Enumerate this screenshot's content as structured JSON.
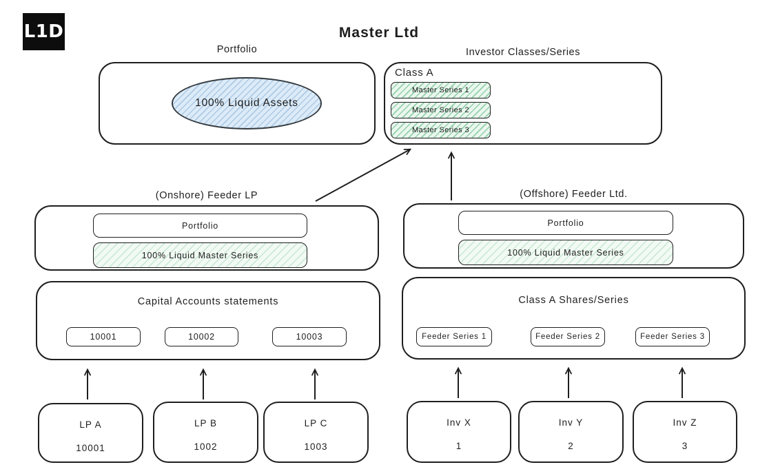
{
  "logo": "L1D",
  "title": "Master Ltd",
  "master": {
    "portfolio": {
      "label": "Portfolio",
      "asset": "100% Liquid Assets"
    },
    "investor_classes": {
      "label": "Investor Classes/Series",
      "class_name": "Class A",
      "series": [
        "Master Series 1",
        "Master Series 2",
        "Master Series 3"
      ]
    }
  },
  "onshore_feeder": {
    "label": "(Onshore) Feeder LP",
    "portfolio_label": "Portfolio",
    "holding": "100% Liquid Master Series"
  },
  "offshore_feeder": {
    "label": "(Offshore) Feeder Ltd.",
    "portfolio_label": "Portfolio",
    "holding": "100% Liquid Master Series"
  },
  "capital_accounts": {
    "title": "Capital Accounts statements",
    "accounts": [
      "10001",
      "10002",
      "10003"
    ]
  },
  "class_a_shares": {
    "title": "Class A Shares/Series",
    "series": [
      "Feeder Series 1",
      "Feeder Series 2",
      "Feeder Series 3"
    ]
  },
  "lp_investors": [
    {
      "name": "LP A",
      "account": "10001"
    },
    {
      "name": "LP B",
      "account": "1002"
    },
    {
      "name": "LP C",
      "account": "1003"
    }
  ],
  "offshore_investors": [
    {
      "name": "Inv X",
      "number": "1"
    },
    {
      "name": "Inv Y",
      "number": "2"
    },
    {
      "name": "Inv Z",
      "number": "3"
    }
  ],
  "colors": {
    "ink": "#1e1e1e",
    "logo_bg": "#0d0d0d",
    "blue_fill": "#dcebf8",
    "green_fill": "#e9f7ee",
    "green_fill_light": "#f2faf4"
  }
}
